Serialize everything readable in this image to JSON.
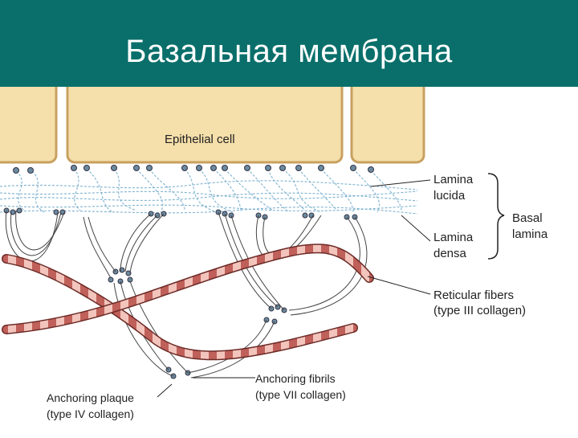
{
  "slide": {
    "title": "Базальная мембрана"
  },
  "diagram": {
    "cell_label": "Epithelial cell",
    "lamina_lucida": [
      "Lamina",
      "lucida"
    ],
    "lamina_densa": [
      "Lamina",
      "densa"
    ],
    "basal_lamina": [
      "Basal",
      "lamina"
    ],
    "reticular_fibers": [
      "Reticular fibers",
      "(type III collagen)"
    ],
    "anchoring_fibrils": [
      "Anchoring fibrils",
      "(type VII collagen)"
    ],
    "anchoring_plaque": [
      "Anchoring plaque",
      "(type IV collagen)"
    ],
    "colors": {
      "header": "#0a6f6b",
      "cell_fill": "#f5dfaa",
      "cell_stroke": "#c8a060",
      "lamina_lines": "#7fb2cf",
      "fiber_dark": "#c0605a",
      "fiber_light": "#f2c4bc",
      "fibril": "#444444"
    }
  }
}
